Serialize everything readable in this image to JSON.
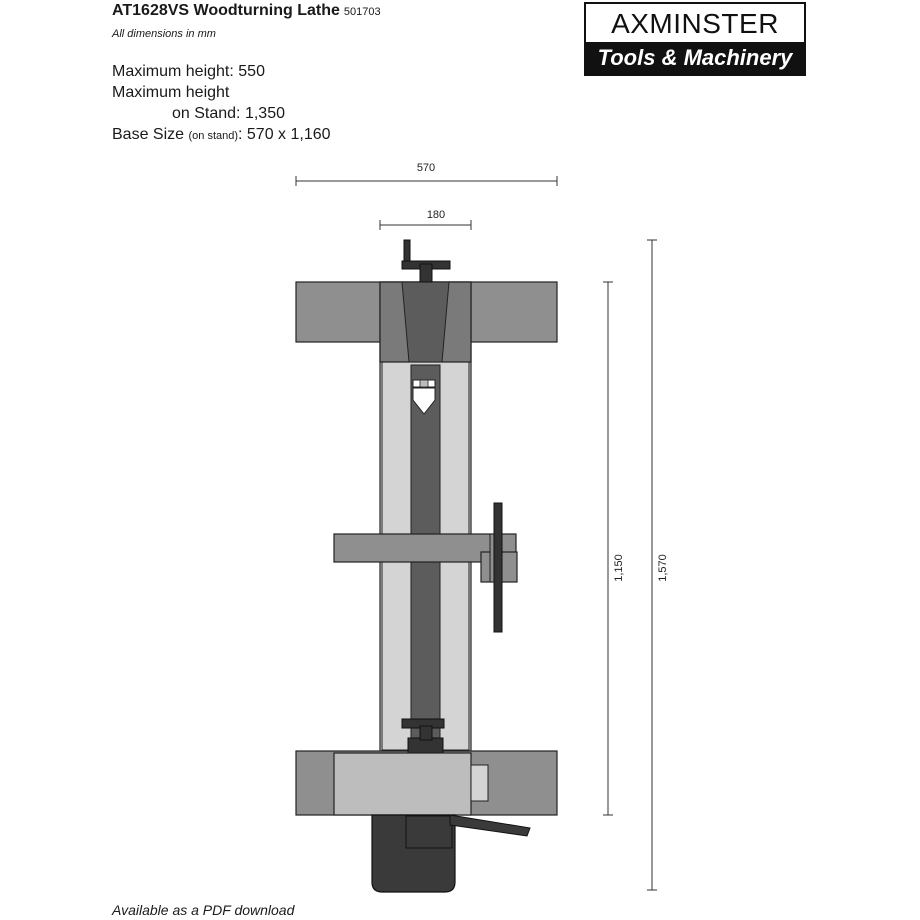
{
  "header": {
    "title": "AT1628VS Woodturning Lathe",
    "code": "501703",
    "subtitle": "All dimensions in mm"
  },
  "specs": {
    "line1": "Maximum height: 550",
    "line2": "Maximum height",
    "line3": "on Stand:  1,350",
    "line4_pre": "Base Size ",
    "line4_small": "(on stand)",
    "line4_post": ":  570 x 1,160"
  },
  "logo": {
    "brand": "AXMINSTER",
    "tagline": "Tools & Machinery"
  },
  "dimensions": {
    "width_total": "570",
    "width_bed": "180",
    "length_bed": "1,150",
    "length_total": "1,570"
  },
  "footer": {
    "note": "Available as a PDF download"
  }
}
